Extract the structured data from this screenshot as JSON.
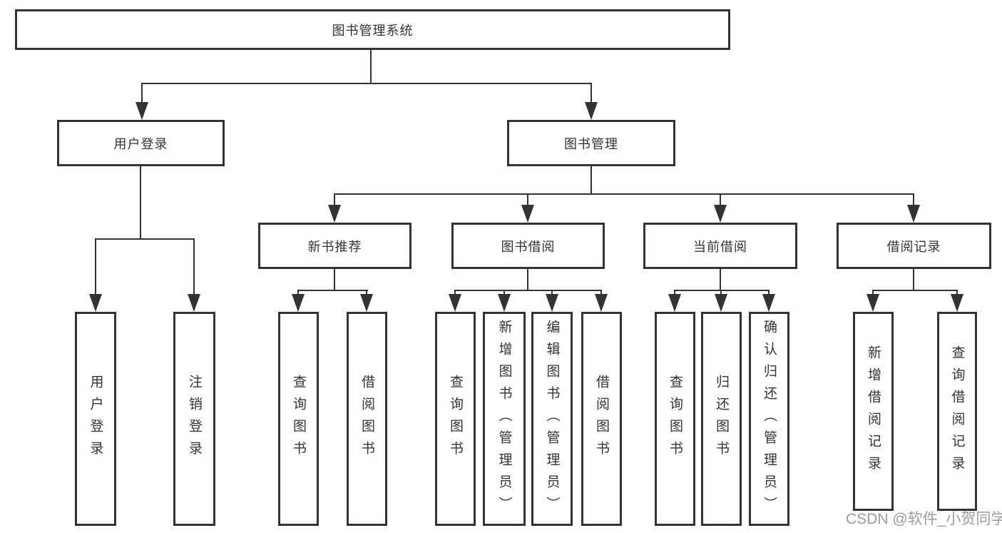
{
  "diagram_title": "图书管理系统",
  "tree": {
    "label": "图书管理系统",
    "children": [
      {
        "label": "用户登录",
        "children": [
          {
            "label": "用户登录"
          },
          {
            "label": "注销登录"
          }
        ]
      },
      {
        "label": "图书管理",
        "children": [
          {
            "label": "新书推荐",
            "children": [
              {
                "label": "查询图书"
              },
              {
                "label": "借阅图书"
              }
            ]
          },
          {
            "label": "图书借阅",
            "children": [
              {
                "label": "查询图书"
              },
              {
                "label": "新增图书（管理员）"
              },
              {
                "label": "编辑图书（管理员）"
              },
              {
                "label": "借阅图书"
              }
            ]
          },
          {
            "label": "当前借阅",
            "children": [
              {
                "label": "查询图书"
              },
              {
                "label": "归还图书"
              },
              {
                "label": "确认归还（管理员）"
              }
            ]
          },
          {
            "label": "借阅记录",
            "children": [
              {
                "label": "新增借阅记录"
              },
              {
                "label": "查询借阅记录"
              }
            ]
          }
        ]
      }
    ]
  },
  "watermark": {
    "text": "CSDN @软件_小贺同学"
  },
  "colors": {
    "line": "#333333",
    "box_border": "#333333",
    "text": "#333333",
    "watermark": "#9c9c9c",
    "background": "#ffffff"
  }
}
